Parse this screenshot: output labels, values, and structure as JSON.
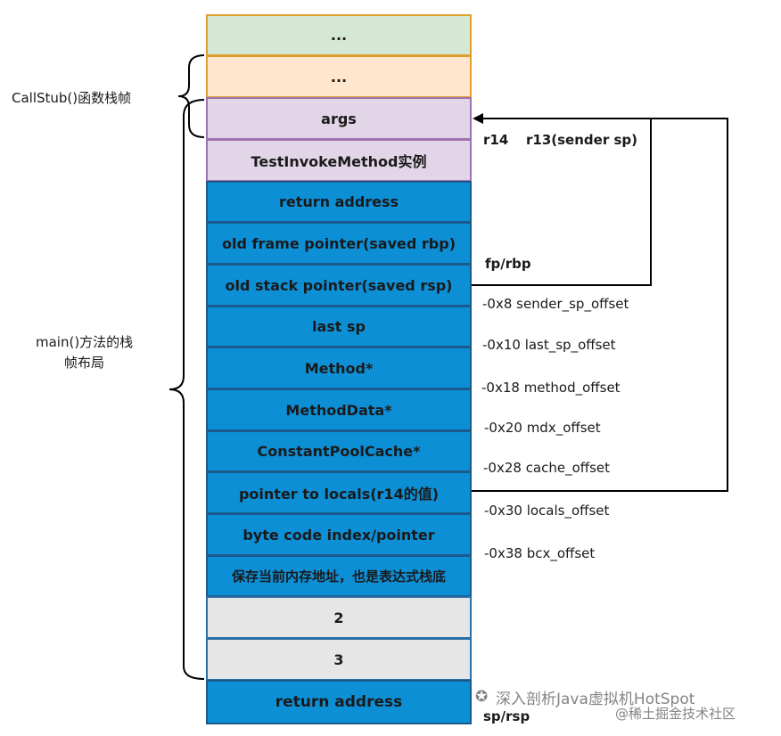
{
  "stack": [
    {
      "label": "...",
      "style": "green"
    },
    {
      "label": "...",
      "style": "orange"
    },
    {
      "label": "args",
      "style": "purple"
    },
    {
      "label": "TestInvokeMethod实例",
      "style": "purple"
    },
    {
      "label": "return address",
      "style": "blue"
    },
    {
      "label": "old frame pointer(saved rbp)",
      "style": "blue"
    },
    {
      "label": "old stack pointer(saved rsp)",
      "style": "blue"
    },
    {
      "label": "last sp",
      "style": "blue"
    },
    {
      "label": "Method*",
      "style": "blue"
    },
    {
      "label": "MethodData*",
      "style": "blue"
    },
    {
      "label": "ConstantPoolCache*",
      "style": "blue"
    },
    {
      "label": "pointer to locals(r14的值)",
      "style": "blue"
    },
    {
      "label": "byte code index/pointer",
      "style": "blue"
    },
    {
      "label": "保存当前内存地址，也是表达式栈底",
      "style": "blue"
    },
    {
      "label": "2",
      "style": "grey"
    },
    {
      "label": "3",
      "style": "grey"
    },
    {
      "label": "return address",
      "style": "blue"
    }
  ],
  "braces": {
    "callstub": "CallStub()函数栈帧",
    "main_line1": "main()方法的栈",
    "main_line2": "帧布局"
  },
  "registers": {
    "r14": "r14",
    "r13": "r13(sender sp)",
    "fp": "fp/rbp",
    "sp": "sp/rsp"
  },
  "offsets": [
    "-0x8  sender_sp_offset",
    "-0x10 last_sp_offset",
    "-0x18 method_offset",
    "-0x20 mdx_offset",
    "-0x28 cache_offset",
    "-0x30 locals_offset",
    "-0x38 bcx_offset"
  ],
  "watermark": {
    "line1": "深入剖析Java虚拟机HotSpot",
    "line2": "@稀土掘金技术社区"
  }
}
